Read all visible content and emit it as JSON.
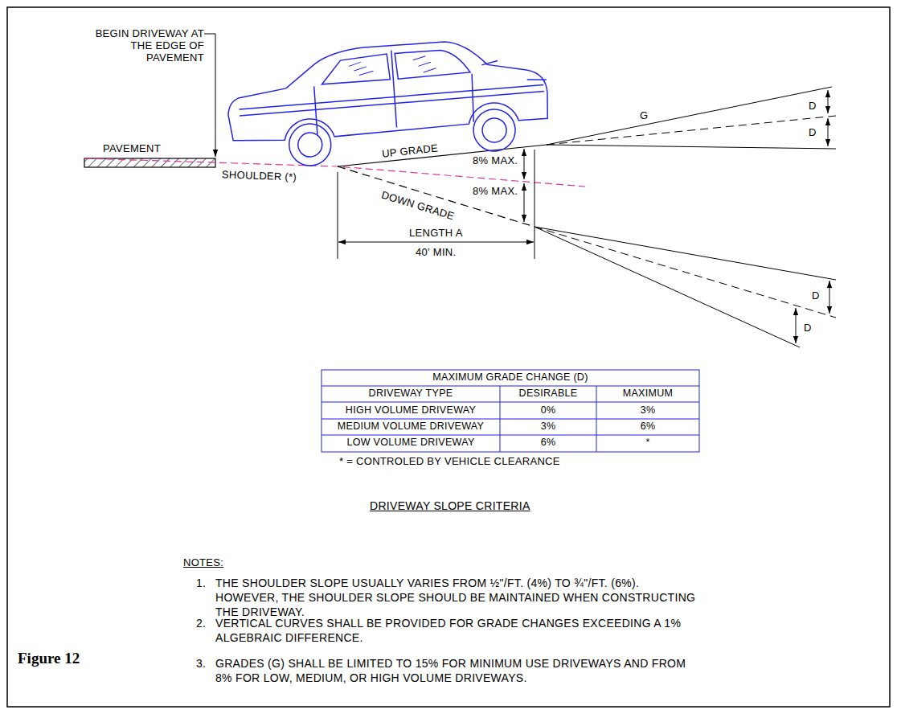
{
  "diagram": {
    "title": "DRIVEWAY SLOPE CRITERIA",
    "caption": "Figure 12",
    "labels": [
      "BEGIN DRIVEWAY AT THE EDGE OF PAVEMENT",
      "PAVEMENT",
      "SHOULDER (*)",
      "UP GRADE",
      "G",
      "D",
      "D",
      "8% MAX.",
      "8% MAX.",
      "DOWN GRADE",
      "D",
      "D",
      "LENGTH A",
      "40' MIN.",
      "MAXIMUM GRADE CHANGE (D)",
      "DRIVEWAY TYPE",
      "DESIRABLE",
      "MAXIMUM",
      "HIGH VOLUME DRIVEWAY",
      "0%",
      "3%",
      "MEDIUM VOLUME DRIVEWAY",
      "3%",
      "6%",
      "LOW VOLUME DRIVEWAY",
      "6%",
      "*",
      "* = CONTROLED BY VEHICLE CLEARANCE",
      "NOTES:",
      "1.",
      "THE SHOULDER SLOPE USUALLY VARIES FROM ½\"/FT. (4%) TO ¾\"/FT. (6%). HOWEVER, THE SHOULDER SLOPE SHOULD BE MAINTAINED WHEN CONSTRUCTING THE DRIVEWAY.",
      "2.",
      "VERTICAL CURVES SHALL BE PROVIDED FOR GRADE CHANGES EXCEEDING A 1% ALGEBRAIC DIFFERENCE.",
      "3.",
      "GRADES (G) SHALL BE LIMITED TO 15% FOR MINIMUM USE DRIVEWAYS AND FROM 8% FOR LOW, MEDIUM, OR HIGH VOLUME DRIVEWAYS."
    ]
  }
}
